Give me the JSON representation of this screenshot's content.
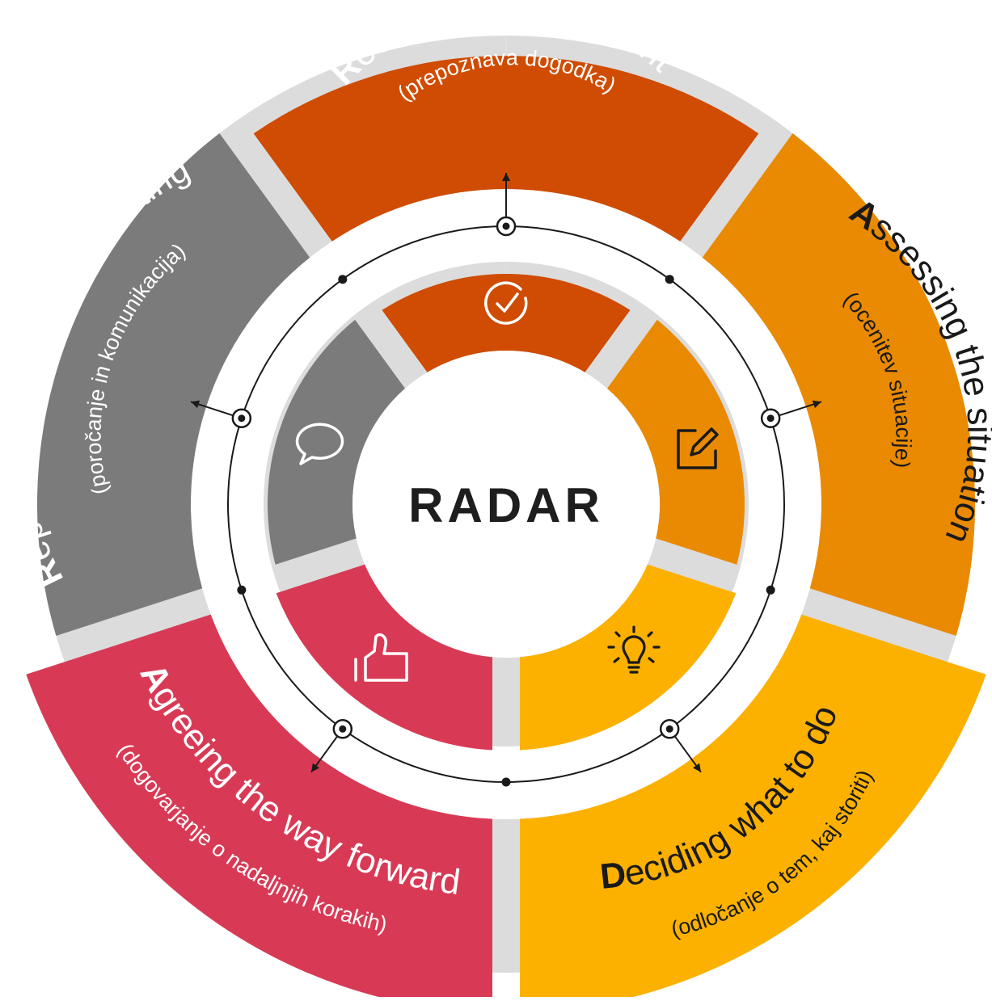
{
  "center": {
    "label": "RADAR"
  },
  "colors": {
    "recognising": "#cf4c02",
    "assessing": "#e98a02",
    "deciding": "#fcb100",
    "agreeing": "#d83a56",
    "reporting": "#7b7b7b",
    "gap": "#dcdcdc",
    "line": "#1a1a1a",
    "text_light": "#ffffff",
    "text_dark": "#1a1a1a",
    "center_text": "#1e1e1e"
  },
  "segments": [
    {
      "key": "recognising",
      "initial": "R",
      "rest": "ecognising the event",
      "subtitle": "(prepoznava dogodka)",
      "icon": "check-circle-icon"
    },
    {
      "key": "assessing",
      "initial": "A",
      "rest": "ssessing the situation",
      "subtitle": "(ocenitev situacije)",
      "icon": "edit-square-icon"
    },
    {
      "key": "deciding",
      "initial": "D",
      "rest": "eciding what to do",
      "subtitle": "(odločanje o tem, kaj storiti)",
      "icon": "lightbulb-icon"
    },
    {
      "key": "agreeing",
      "initial": "A",
      "rest": "greeing the way forward",
      "subtitle": "(dogovarjanje o nadaljnjih korakih)",
      "icon": "thumbs-up-icon"
    },
    {
      "key": "reporting",
      "initial": "R",
      "rest": "eporting and communicating",
      "subtitle": "(poročanje in komunikacija)",
      "icon": "speech-bubble-icon"
    }
  ]
}
